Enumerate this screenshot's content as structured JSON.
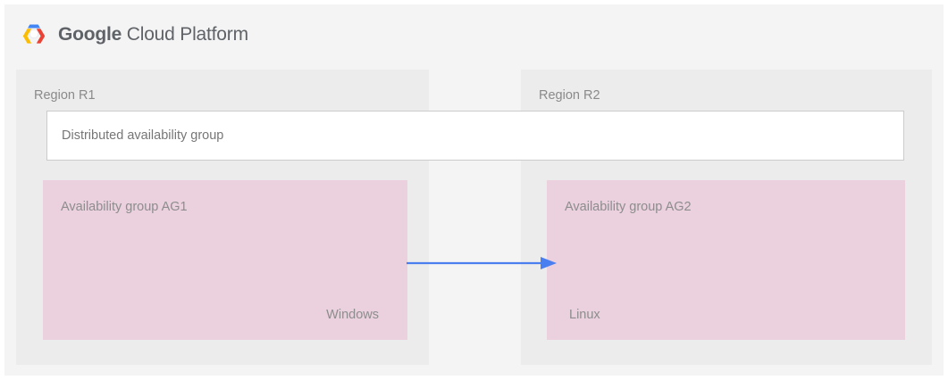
{
  "header": {
    "logo_icon": "google-cloud-platform-logo",
    "brand_strong": "Google",
    "brand_light": " Cloud Platform",
    "logo_colors": {
      "top": "#4285f4",
      "right": "#ea4335",
      "left": "#fbbc04",
      "center": "#ffffff"
    },
    "text_color": "#5f6368"
  },
  "regions": [
    {
      "label": "Region R1"
    },
    {
      "label": "Region R2"
    }
  ],
  "distributed_group": {
    "label": "Distributed availability group",
    "background": "#ffffff",
    "border_color": "#cbcbcb"
  },
  "availability_groups": [
    {
      "label": "Availability group AG1",
      "os": "Windows",
      "color": "#ebd0de"
    },
    {
      "label": "Availability group AG2",
      "os": "Linux",
      "color": "#ebd0de"
    }
  ],
  "arrow": {
    "name": "replication-arrow",
    "direction": "left-to-right",
    "color": "#4a7ff0"
  },
  "colors": {
    "page_background": "#ffffff",
    "container_background": "#f4f4f4",
    "region_background": "#ececec",
    "label_text": "#8a8a8a"
  }
}
